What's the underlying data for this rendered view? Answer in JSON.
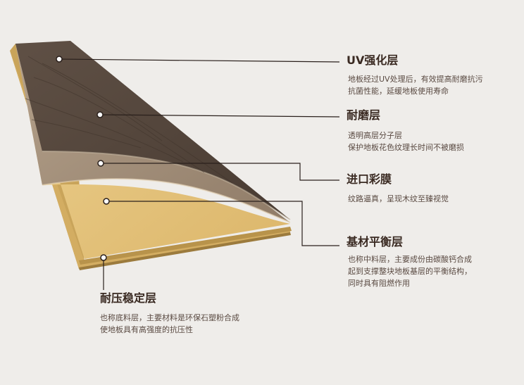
{
  "colors": {
    "background": "#efedea",
    "leader_line": "#2a201c",
    "wood_top": "#5b4c41",
    "wood_dark": "#4a3c33",
    "film_layer": "#a9957f",
    "core_edge": "#c9a45a",
    "core_fill": "#e5c37b",
    "title_text": "#3a2a22",
    "desc_text": "#5a4a42"
  },
  "layers": [
    {
      "id": "uv",
      "title": "UV强化层",
      "desc": [
        "地板经过UV处理后，有效提高耐磨抗污",
        "抗菌性能，延缓地板使用寿命"
      ]
    },
    {
      "id": "wear",
      "title": "耐磨层",
      "desc": [
        "透明高层分子层",
        "保护地板花色纹理长时间不被磨损"
      ]
    },
    {
      "id": "film",
      "title": "进口彩膜",
      "desc": [
        "纹路逼真，呈现木纹至臻视觉"
      ]
    },
    {
      "id": "base",
      "title": "基材平衡层",
      "desc": [
        "也称中料层，主要成份由碳酸钙合成",
        "起到支撑整块地板基层的平衡结构，",
        "同时具有阻燃作用"
      ]
    },
    {
      "id": "pressure",
      "title": "耐压稳定层",
      "desc": [
        "也称底料层，主要材料是环保石塑粉合成",
        "使地板具有高强度的抗压性"
      ]
    }
  ]
}
